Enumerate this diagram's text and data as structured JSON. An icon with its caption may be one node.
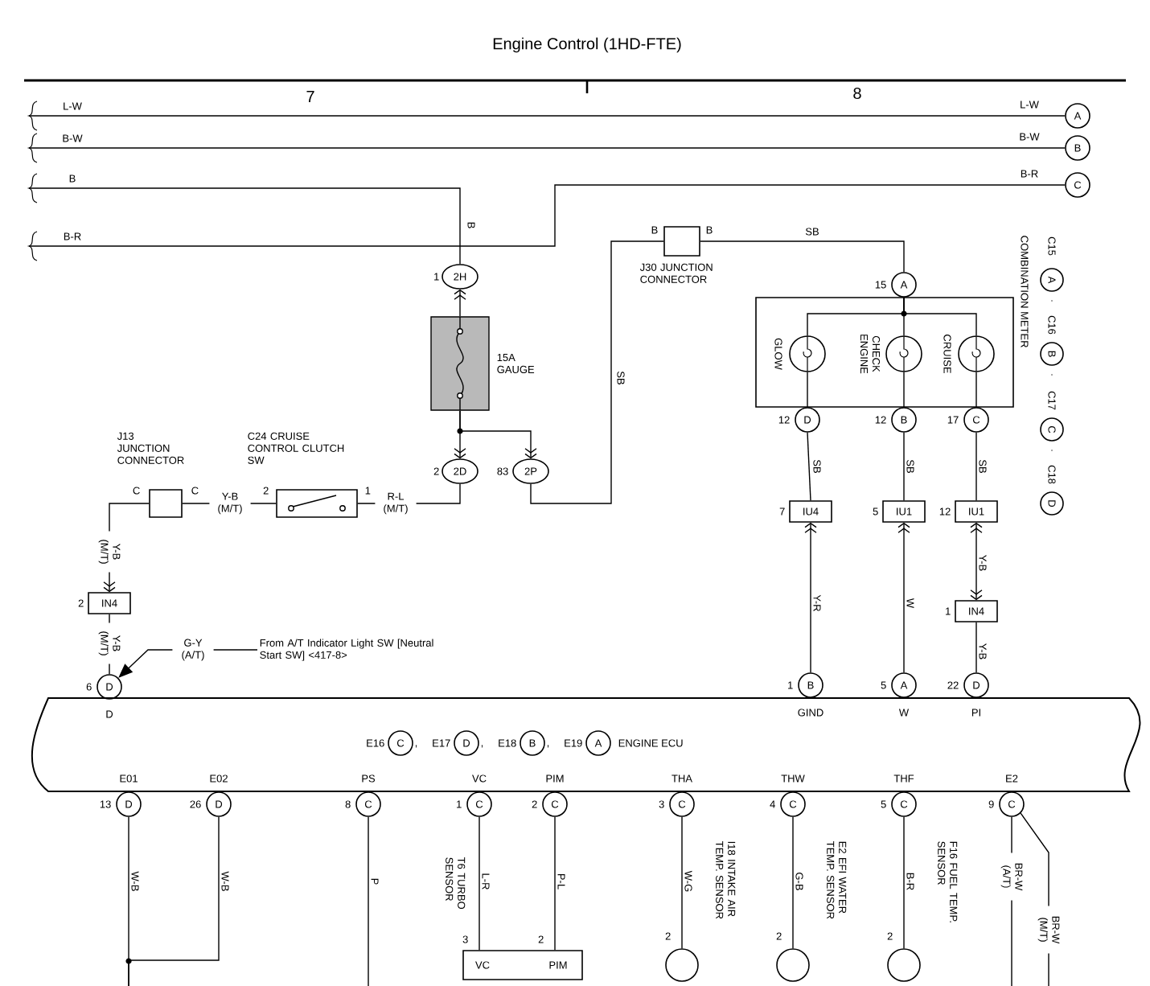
{
  "diagram": {
    "title": "Engine Control (1HD-FTE)",
    "nodes": [
      {
        "text": [
          "A"
        ]
      },
      {
        "text": [
          "B"
        ]
      },
      {
        "text": [
          "C"
        ]
      },
      {
        "text": [
          "2H"
        ],
        "beside": [
          "1"
        ]
      },
      {
        "text": [],
        "shape": "box",
        "beside": [
          "15A GAUGE"
        ]
      },
      {
        "text": [
          "2D"
        ],
        "beside": [
          "2"
        ]
      },
      {
        "text": [
          "2P"
        ],
        "beside": [
          "83"
        ]
      },
      {
        "text": [],
        "shape": "box",
        "beside": [
          "J13 JUNCTION CONNECTOR",
          "C",
          "C"
        ]
      },
      {
        "text": [],
        "shape": "box",
        "beside": [
          "C24 CRUISE CONTROL CLUTCH SW",
          "2",
          "1"
        ]
      },
      {
        "text": [
          "IN4"
        ],
        "beside": [
          "2"
        ]
      },
      {
        "text": [
          "D"
        ],
        "beside": [
          "6"
        ]
      },
      {
        "text": [],
        "shape": "box",
        "beside": [
          "B",
          "B",
          "J30 JUNCTION CONNECTOR"
        ]
      },
      {
        "text": [
          "COMBINATION METER"
        ]
      },
      {
        "text": [
          "A"
        ],
        "beside": [
          "15"
        ]
      },
      {
        "text": [
          "GLOW"
        ],
        "in": 12
      },
      {
        "text": [
          "CHECK ENGINE"
        ],
        "in": 12
      },
      {
        "text": [
          "CRUISE"
        ],
        "in": 12
      },
      {
        "text": [
          "D"
        ],
        "beside": [
          "12"
        ]
      },
      {
        "text": [
          "B"
        ],
        "beside": [
          "12"
        ]
      },
      {
        "text": [
          "C"
        ],
        "beside": [
          "17"
        ]
      },
      {
        "text": [
          "IU4"
        ],
        "beside": [
          "7"
        ]
      },
      {
        "text": [
          "IU1"
        ],
        "beside": [
          "5"
        ]
      },
      {
        "text": [
          "IU1"
        ],
        "beside": [
          "12"
        ]
      },
      {
        "text": [
          "IN4"
        ],
        "beside": [
          "1"
        ]
      },
      {
        "text": [
          "B"
        ],
        "beside": [
          "1"
        ]
      },
      {
        "text": [
          "A"
        ],
        "beside": [
          "5"
        ]
      },
      {
        "text": [
          "D"
        ],
        "beside": [
          "22"
        ]
      },
      {
        "text": [
          "From A/T Indicator Light SW [Neutral Start SW] <417-8>"
        ]
      },
      {
        "text": [
          "ENGINE ECU"
        ]
      },
      {
        "text": [
          "D"
        ],
        "beside": [
          "13"
        ]
      },
      {
        "text": [
          "D"
        ],
        "beside": [
          "26"
        ]
      },
      {
        "text": [
          "C"
        ],
        "beside": [
          "8"
        ]
      },
      {
        "text": [
          "C"
        ],
        "beside": [
          "1"
        ]
      },
      {
        "text": [
          "C"
        ],
        "beside": [
          "2"
        ]
      },
      {
        "text": [
          "C"
        ],
        "beside": [
          "3"
        ]
      },
      {
        "text": [
          "C"
        ],
        "beside": [
          "4"
        ]
      },
      {
        "text": [
          "C"
        ],
        "beside": [
          "5"
        ]
      },
      {
        "text": [
          "C"
        ],
        "beside": [
          "9"
        ]
      },
      {
        "text": [
          "VC",
          "PIM"
        ],
        "beside": [
          "3",
          "2",
          "T6 TURBO SENSOR"
        ]
      },
      {
        "text": [],
        "shape": "circle",
        "beside": [
          "2",
          "I18 INTAKE AIR TEMP. SENSOR"
        ]
      },
      {
        "text": [],
        "shape": "circle",
        "beside": [
          "2",
          "E2 EFI WATER TEMP. SENSOR"
        ]
      },
      {
        "text": [],
        "shape": "circle",
        "beside": [
          "2",
          "F16 FUEL TEMP. SENSOR"
        ]
      },
      {
        "text": [
          "A"
        ],
        "beside": [
          "C15",
          "."
        ]
      },
      {
        "text": [
          "B"
        ],
        "beside": [
          "C16",
          "."
        ]
      },
      {
        "text": [
          "C"
        ],
        "beside": [
          "C17",
          "."
        ]
      },
      {
        "text": [
          "D"
        ],
        "beside": [
          "C18"
        ]
      },
      {
        "text": [
          "C"
        ],
        "beside": [
          "E16",
          ","
        ],
        "in": 28
      },
      {
        "text": [
          "D"
        ],
        "beside": [
          "E17",
          ","
        ],
        "in": 28
      },
      {
        "text": [
          "B"
        ],
        "beside": [
          "E18",
          ","
        ],
        "in": 28
      },
      {
        "text": [
          "A"
        ],
        "beside": [
          "E19"
        ],
        "in": 28
      }
    ],
    "edges": [
      {
        "from": 0,
        "to": null,
        "arrow": "none",
        "label": "L-W"
      },
      {
        "from": 1,
        "to": null,
        "arrow": "none",
        "label": "B-W"
      },
      {
        "from": 2,
        "to": null,
        "arrow": "none",
        "label": "B-R"
      },
      {
        "from": null,
        "to": 3,
        "arrow": "none",
        "label": "B"
      },
      {
        "from": 4,
        "to": 3,
        "arrow": "to"
      },
      {
        "from": 4,
        "to": 5,
        "arrow": "to"
      },
      {
        "from": 4,
        "to": 6,
        "arrow": "to"
      },
      {
        "from": 6,
        "to": 11,
        "arrow": "none",
        "label": "SB"
      },
      {
        "from": 5,
        "to": 8,
        "arrow": "none",
        "label": "R-L (M/T)"
      },
      {
        "from": 8,
        "to": 7,
        "arrow": "none",
        "label": "Y-B (M/T)"
      },
      {
        "from": 7,
        "to": 9,
        "arrow": "to",
        "label": "Y-B (M/T)"
      },
      {
        "from": 9,
        "to": 10,
        "arrow": "none",
        "label": "Y-B (M/T)"
      },
      {
        "from": 27,
        "to": 10,
        "arrow": "to",
        "label": "G-Y (A/T)"
      },
      {
        "from": 11,
        "to": 13,
        "arrow": "none",
        "label": "SB"
      },
      {
        "from": 13,
        "to": 14,
        "arrow": "none"
      },
      {
        "from": 13,
        "to": 15,
        "arrow": "none"
      },
      {
        "from": 13,
        "to": 16,
        "arrow": "none"
      },
      {
        "from": 14,
        "to": 17,
        "arrow": "none"
      },
      {
        "from": 15,
        "to": 18,
        "arrow": "none"
      },
      {
        "from": 16,
        "to": 19,
        "arrow": "none"
      },
      {
        "from": 17,
        "to": 20,
        "arrow": "none",
        "label": "SB"
      },
      {
        "from": 18,
        "to": 21,
        "arrow": "none",
        "label": "SB"
      },
      {
        "from": 19,
        "to": 22,
        "arrow": "none",
        "label": "SB"
      },
      {
        "from": 24,
        "to": 20,
        "arrow": "to",
        "label": "Y-R"
      },
      {
        "from": 25,
        "to": 21,
        "arrow": "to",
        "label": "W"
      },
      {
        "from": 22,
        "to": 23,
        "arrow": "both",
        "label": "Y-B"
      },
      {
        "from": 26,
        "to": 23,
        "arrow": "none",
        "label": "Y-B"
      },
      {
        "from": 29,
        "to": null,
        "arrow": "none",
        "label": "W-B"
      },
      {
        "from": 30,
        "to": null,
        "arrow": "none",
        "label": "W-B"
      },
      {
        "from": 31,
        "to": null,
        "arrow": "none",
        "label": "P"
      },
      {
        "from": 32,
        "to": 38,
        "arrow": "none",
        "label": "L-R"
      },
      {
        "from": 33,
        "to": 38,
        "arrow": "none",
        "label": "P-L"
      },
      {
        "from": 34,
        "to": 39,
        "arrow": "none",
        "label": "W-G"
      },
      {
        "from": 35,
        "to": 40,
        "arrow": "none",
        "label": "G-B"
      },
      {
        "from": 36,
        "to": 41,
        "arrow": "none",
        "label": "B-R"
      },
      {
        "from": 37,
        "to": null,
        "arrow": "none",
        "label": "BR-W (A/T)"
      },
      {
        "from": 37,
        "to": null,
        "arrow": "none",
        "label": "BR-W (M/T)"
      }
    ],
    "labels": [
      "7",
      "8",
      "L-W",
      "B-W",
      "B",
      "B-R",
      "D",
      "GIND",
      "W",
      "PI",
      "E01",
      "E02",
      "PS",
      "VC",
      "PIM",
      "THA",
      "THW",
      "THF",
      "E2"
    ]
  }
}
